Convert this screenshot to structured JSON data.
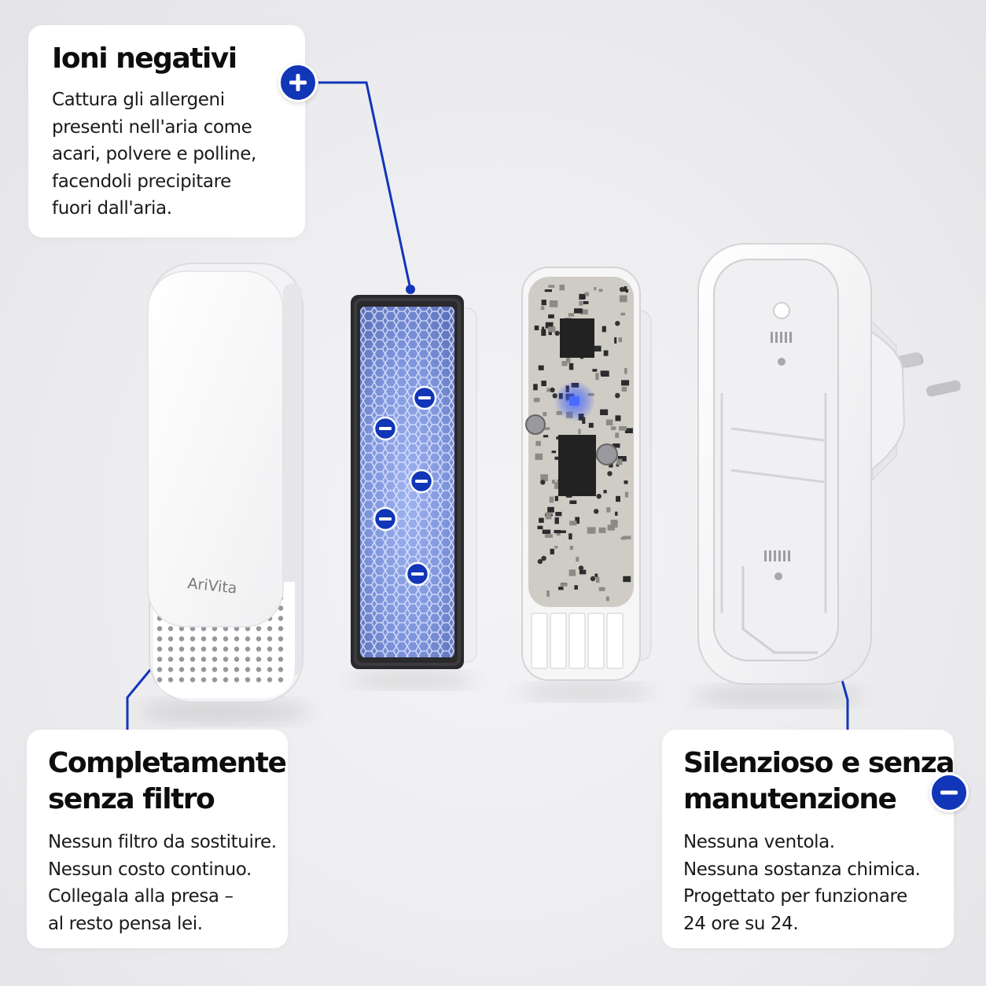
{
  "brand": "AriVita",
  "cards": {
    "ioni": {
      "title": "Ioni negativi",
      "lines": [
        "Cattura gli allergeni",
        "presenti nell'aria come",
        "acari, polvere e polline,",
        "facendoli precipitare",
        "fuori dall'aria."
      ]
    },
    "filtro": {
      "title_lines": [
        "Completamente",
        "senza filtro"
      ],
      "lines": [
        "Nessun filtro da sostituire.",
        "Nessun costo continuo.",
        "Collegala alla presa –",
        "al resto pensa lei."
      ]
    },
    "silenzio": {
      "title_lines": [
        "Silenzioso e senza",
        "manutenzione"
      ],
      "lines": [
        "Nessuna ventola.",
        "Nessuna sostanza chimica.",
        "Progettato per funzionare",
        "24 ore su 24."
      ]
    }
  },
  "icons": {
    "plus_badge": "plus-icon",
    "minus_badge": "minus-icon",
    "ion_markers": "minus-icon"
  },
  "colors": {
    "accent": "#1136b8",
    "card_background": "#ffffff",
    "page_background": "#ececef"
  }
}
